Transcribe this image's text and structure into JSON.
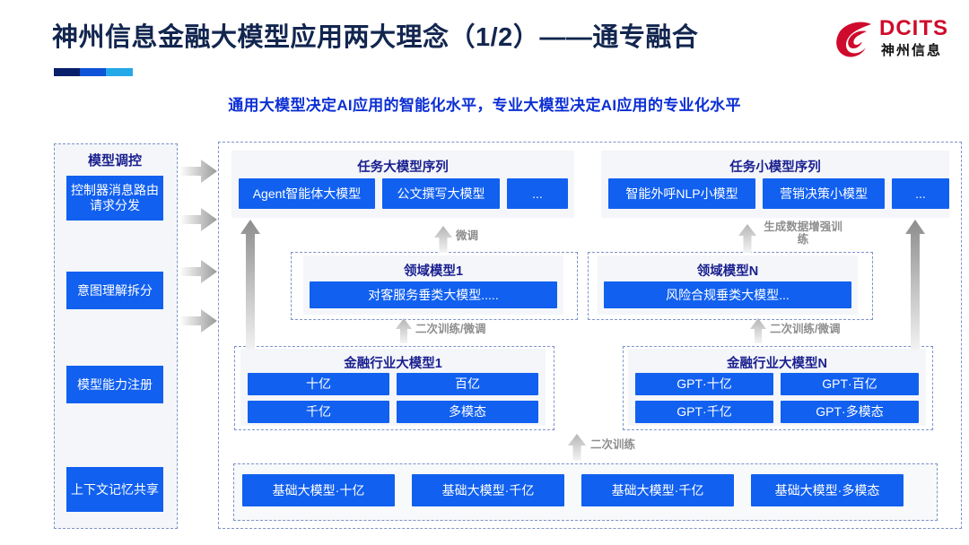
{
  "header": {
    "title": "神州信息金融大模型应用两大理念（1/2）——通专融合",
    "subtitle": "通用大模型决定AI应用的智能化水平，专业大模型决定AI应用的专业化水平",
    "logo_en": "DCITS",
    "logo_cn": "神州信息",
    "accent_blue": "#1160f0",
    "accent_navy": "#12264f",
    "accent_red": "#cf0a2c"
  },
  "control_column": {
    "title": "模型调控",
    "items": [
      {
        "label": "控制器消息路由请求分发"
      },
      {
        "label": "意图理解拆分"
      },
      {
        "label": "模型能力注册"
      },
      {
        "label": "上下文记忆共享"
      }
    ]
  },
  "task_layer": {
    "groups": [
      {
        "title": "任务大模型序列",
        "items": [
          "Agent智能体大模型",
          "公文撰写大模型",
          "..."
        ]
      },
      {
        "title": "任务小模型序列",
        "items": [
          "智能外呼NLP小模型",
          "营销决策小模型",
          "..."
        ]
      }
    ]
  },
  "domain_layer": {
    "groups": [
      {
        "title": "领域模型1",
        "items": [
          "对客服务垂类大模型....."
        ]
      },
      {
        "title": "领域模型N",
        "items": [
          "风险合规垂类大模型..."
        ]
      }
    ]
  },
  "industry_layer": {
    "groups": [
      {
        "title": "金融行业大模型1",
        "items": [
          "十亿",
          "百亿",
          "千亿",
          "多模态"
        ]
      },
      {
        "title": "金融行业大模型N",
        "items": [
          "GPT·十亿",
          "GPT·百亿",
          "GPT·千亿",
          "GPT·多模态"
        ]
      }
    ]
  },
  "base_layer": {
    "items": [
      "基础大模型·十亿",
      "基础大模型·千亿",
      "基础大模型·千亿",
      "基础大模型·多模态"
    ]
  },
  "flow_labels": {
    "finetune": "微调",
    "gen_data_aug": "生成数据增强训练",
    "retrain_finetune_1": "二次训练/微调",
    "retrain_finetune_2": "二次训练/微调",
    "retrain": "二次训练"
  }
}
